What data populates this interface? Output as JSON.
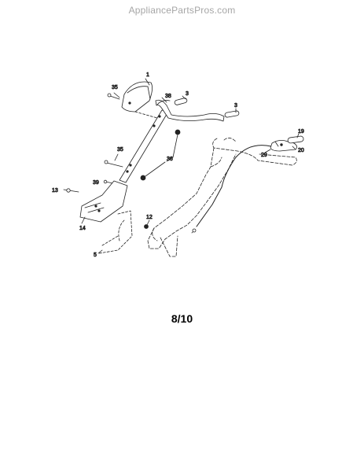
{
  "header": {
    "watermark": "AppliancePartsPros.com"
  },
  "footer": {
    "page_number": "8/10"
  },
  "callouts": [
    {
      "id": "c1",
      "label": "1"
    },
    {
      "id": "c35a",
      "label": "35"
    },
    {
      "id": "c38",
      "label": "38"
    },
    {
      "id": "c3a",
      "label": "3"
    },
    {
      "id": "c3b",
      "label": "3"
    },
    {
      "id": "c19",
      "label": "19"
    },
    {
      "id": "c20",
      "label": "20"
    },
    {
      "id": "c29",
      "label": "29"
    },
    {
      "id": "c35b",
      "label": "35"
    },
    {
      "id": "c36",
      "label": "36"
    },
    {
      "id": "c39",
      "label": "39"
    },
    {
      "id": "c13",
      "label": "13"
    },
    {
      "id": "c14",
      "label": "14"
    },
    {
      "id": "c12",
      "label": "12"
    },
    {
      "id": "c5",
      "label": "5"
    }
  ]
}
